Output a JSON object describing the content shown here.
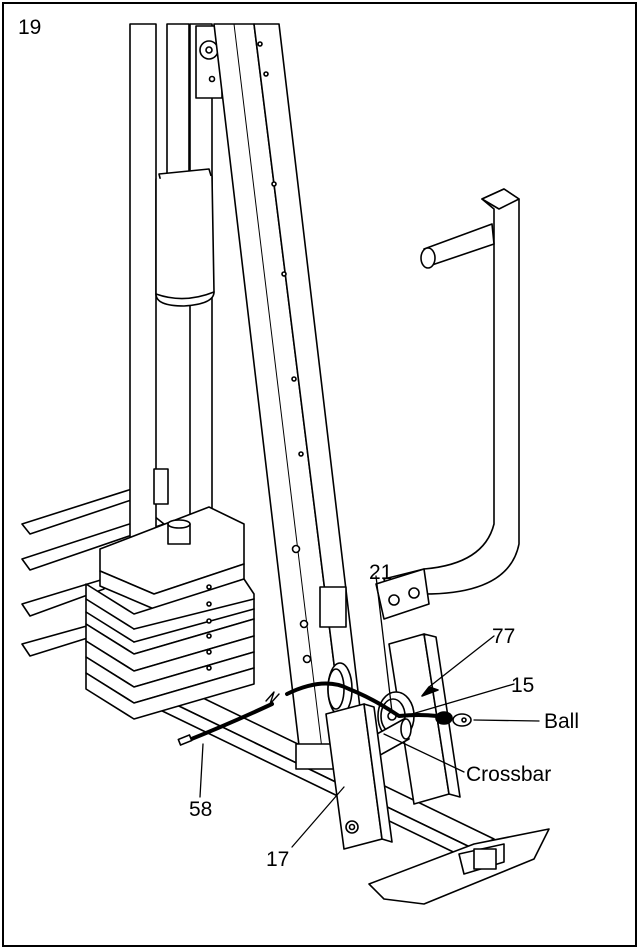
{
  "step_number": "19",
  "callouts": {
    "part_21": "21",
    "part_77": "77",
    "part_15": "15",
    "ball": "Ball",
    "crossbar": "Crossbar",
    "part_58": "58",
    "part_17": "17"
  }
}
